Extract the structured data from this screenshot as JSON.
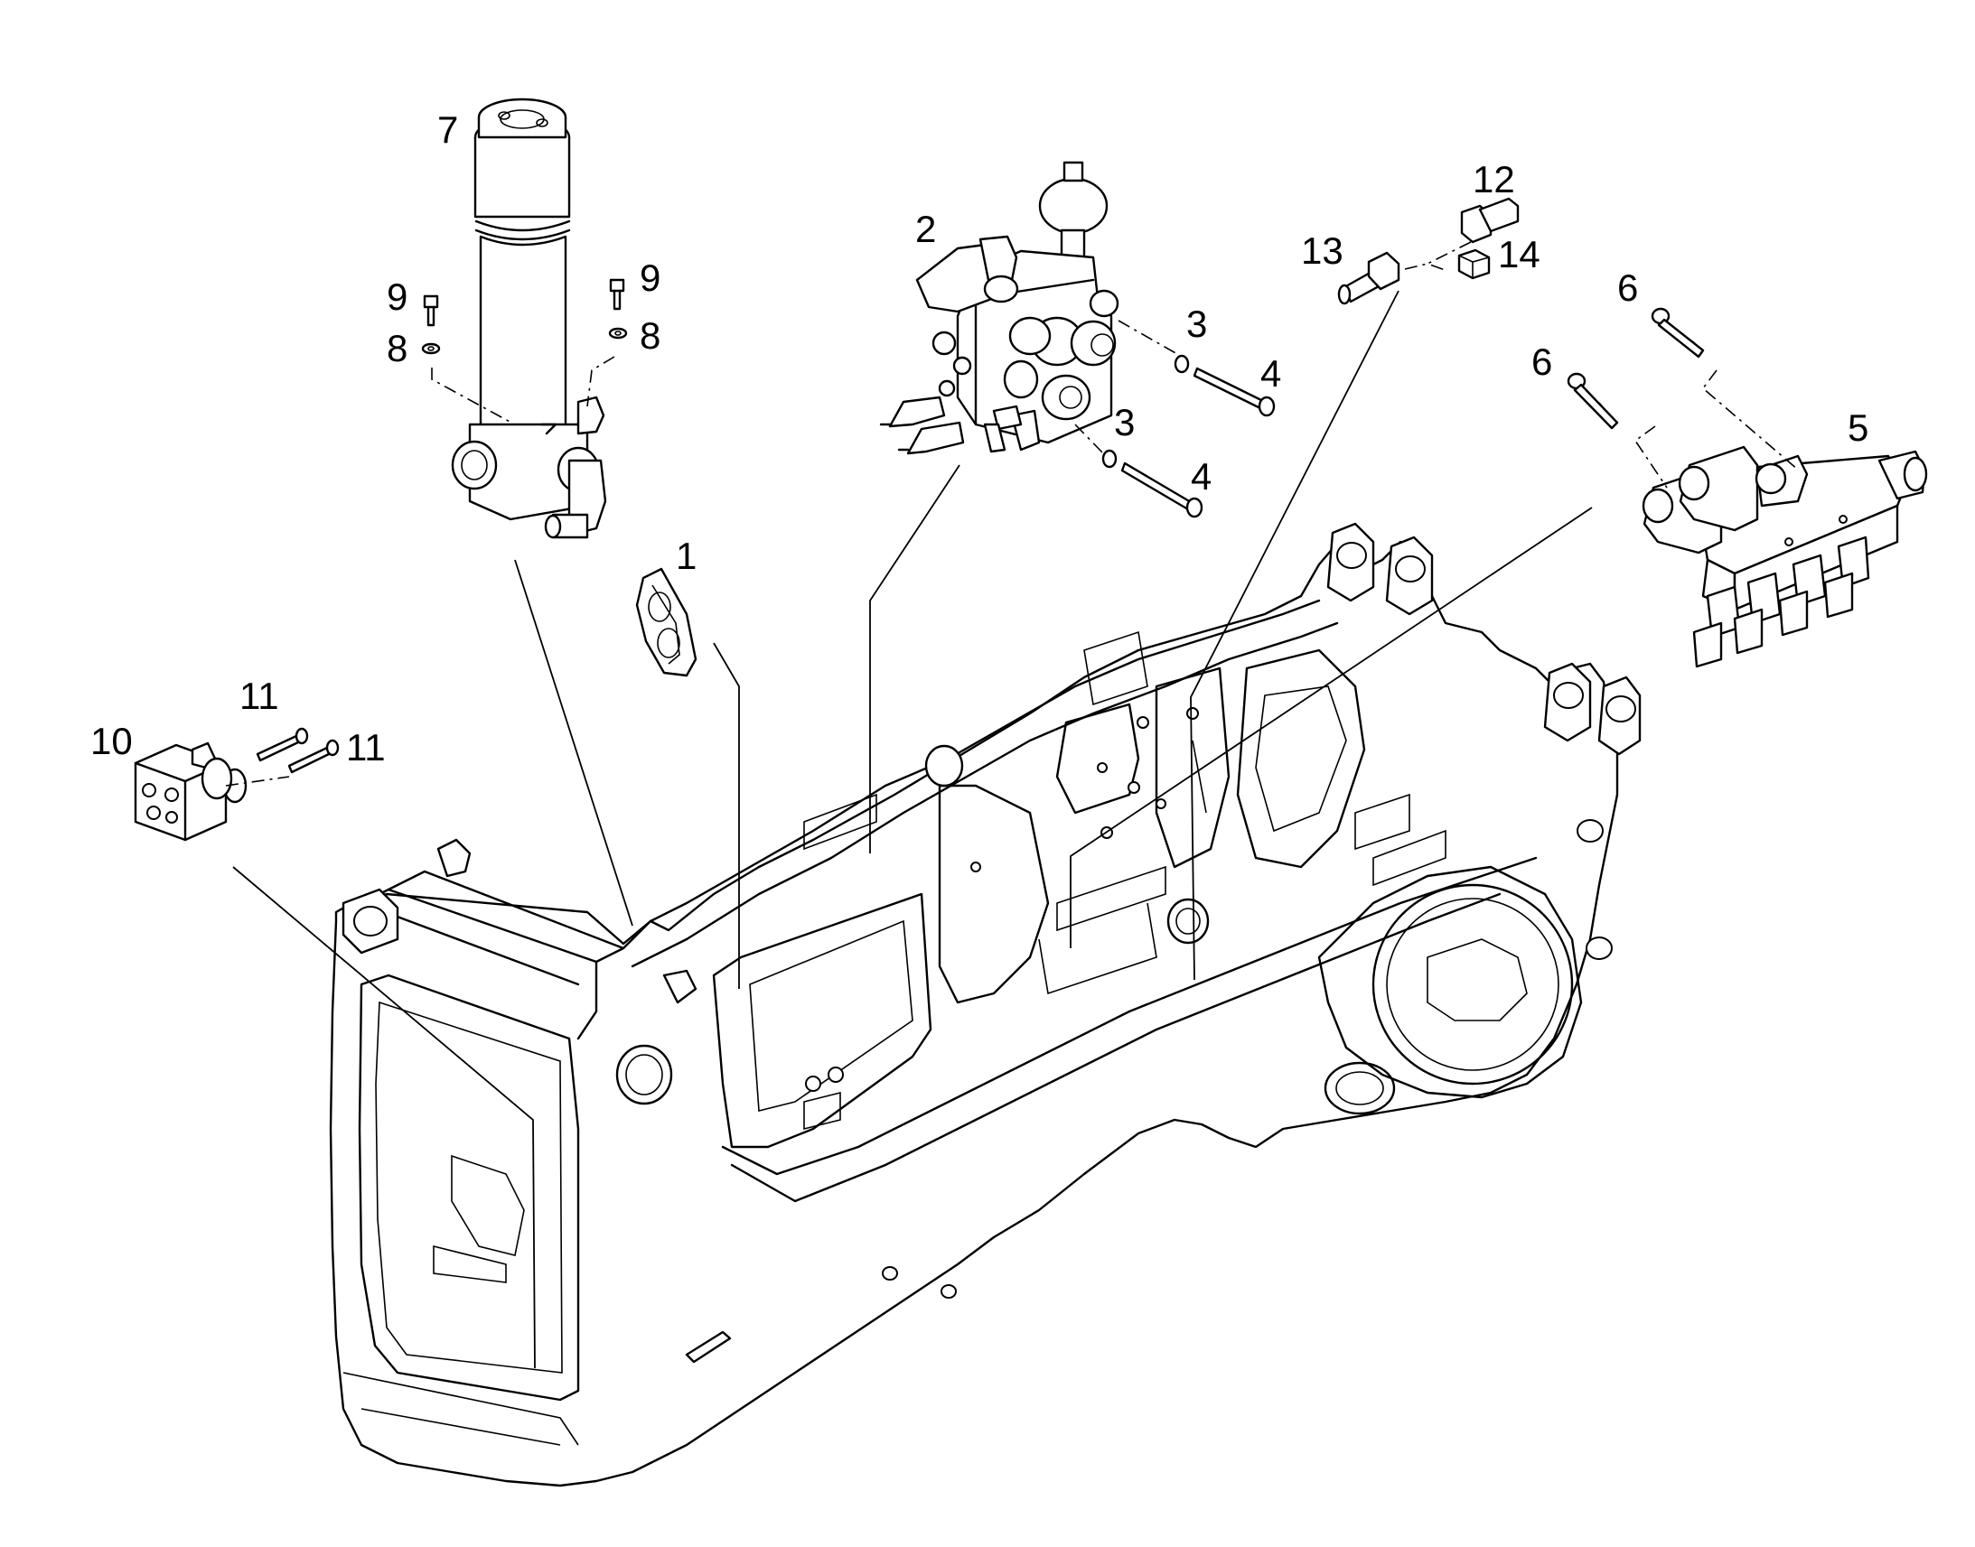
{
  "callouts": [
    {
      "id": "1",
      "text": "1"
    },
    {
      "id": "2",
      "text": "2"
    },
    {
      "id": "3a",
      "text": "3"
    },
    {
      "id": "3b",
      "text": "3"
    },
    {
      "id": "4a",
      "text": "4"
    },
    {
      "id": "4b",
      "text": "4"
    },
    {
      "id": "5",
      "text": "5"
    },
    {
      "id": "6a",
      "text": "6"
    },
    {
      "id": "6b",
      "text": "6"
    },
    {
      "id": "7",
      "text": "7"
    },
    {
      "id": "8a",
      "text": "8"
    },
    {
      "id": "8b",
      "text": "8"
    },
    {
      "id": "9a",
      "text": "9"
    },
    {
      "id": "9b",
      "text": "9"
    },
    {
      "id": "10",
      "text": "10"
    },
    {
      "id": "11a",
      "text": "11"
    },
    {
      "id": "11b",
      "text": "11"
    },
    {
      "id": "12",
      "text": "12"
    },
    {
      "id": "13",
      "text": "13"
    },
    {
      "id": "14",
      "text": "14"
    }
  ]
}
